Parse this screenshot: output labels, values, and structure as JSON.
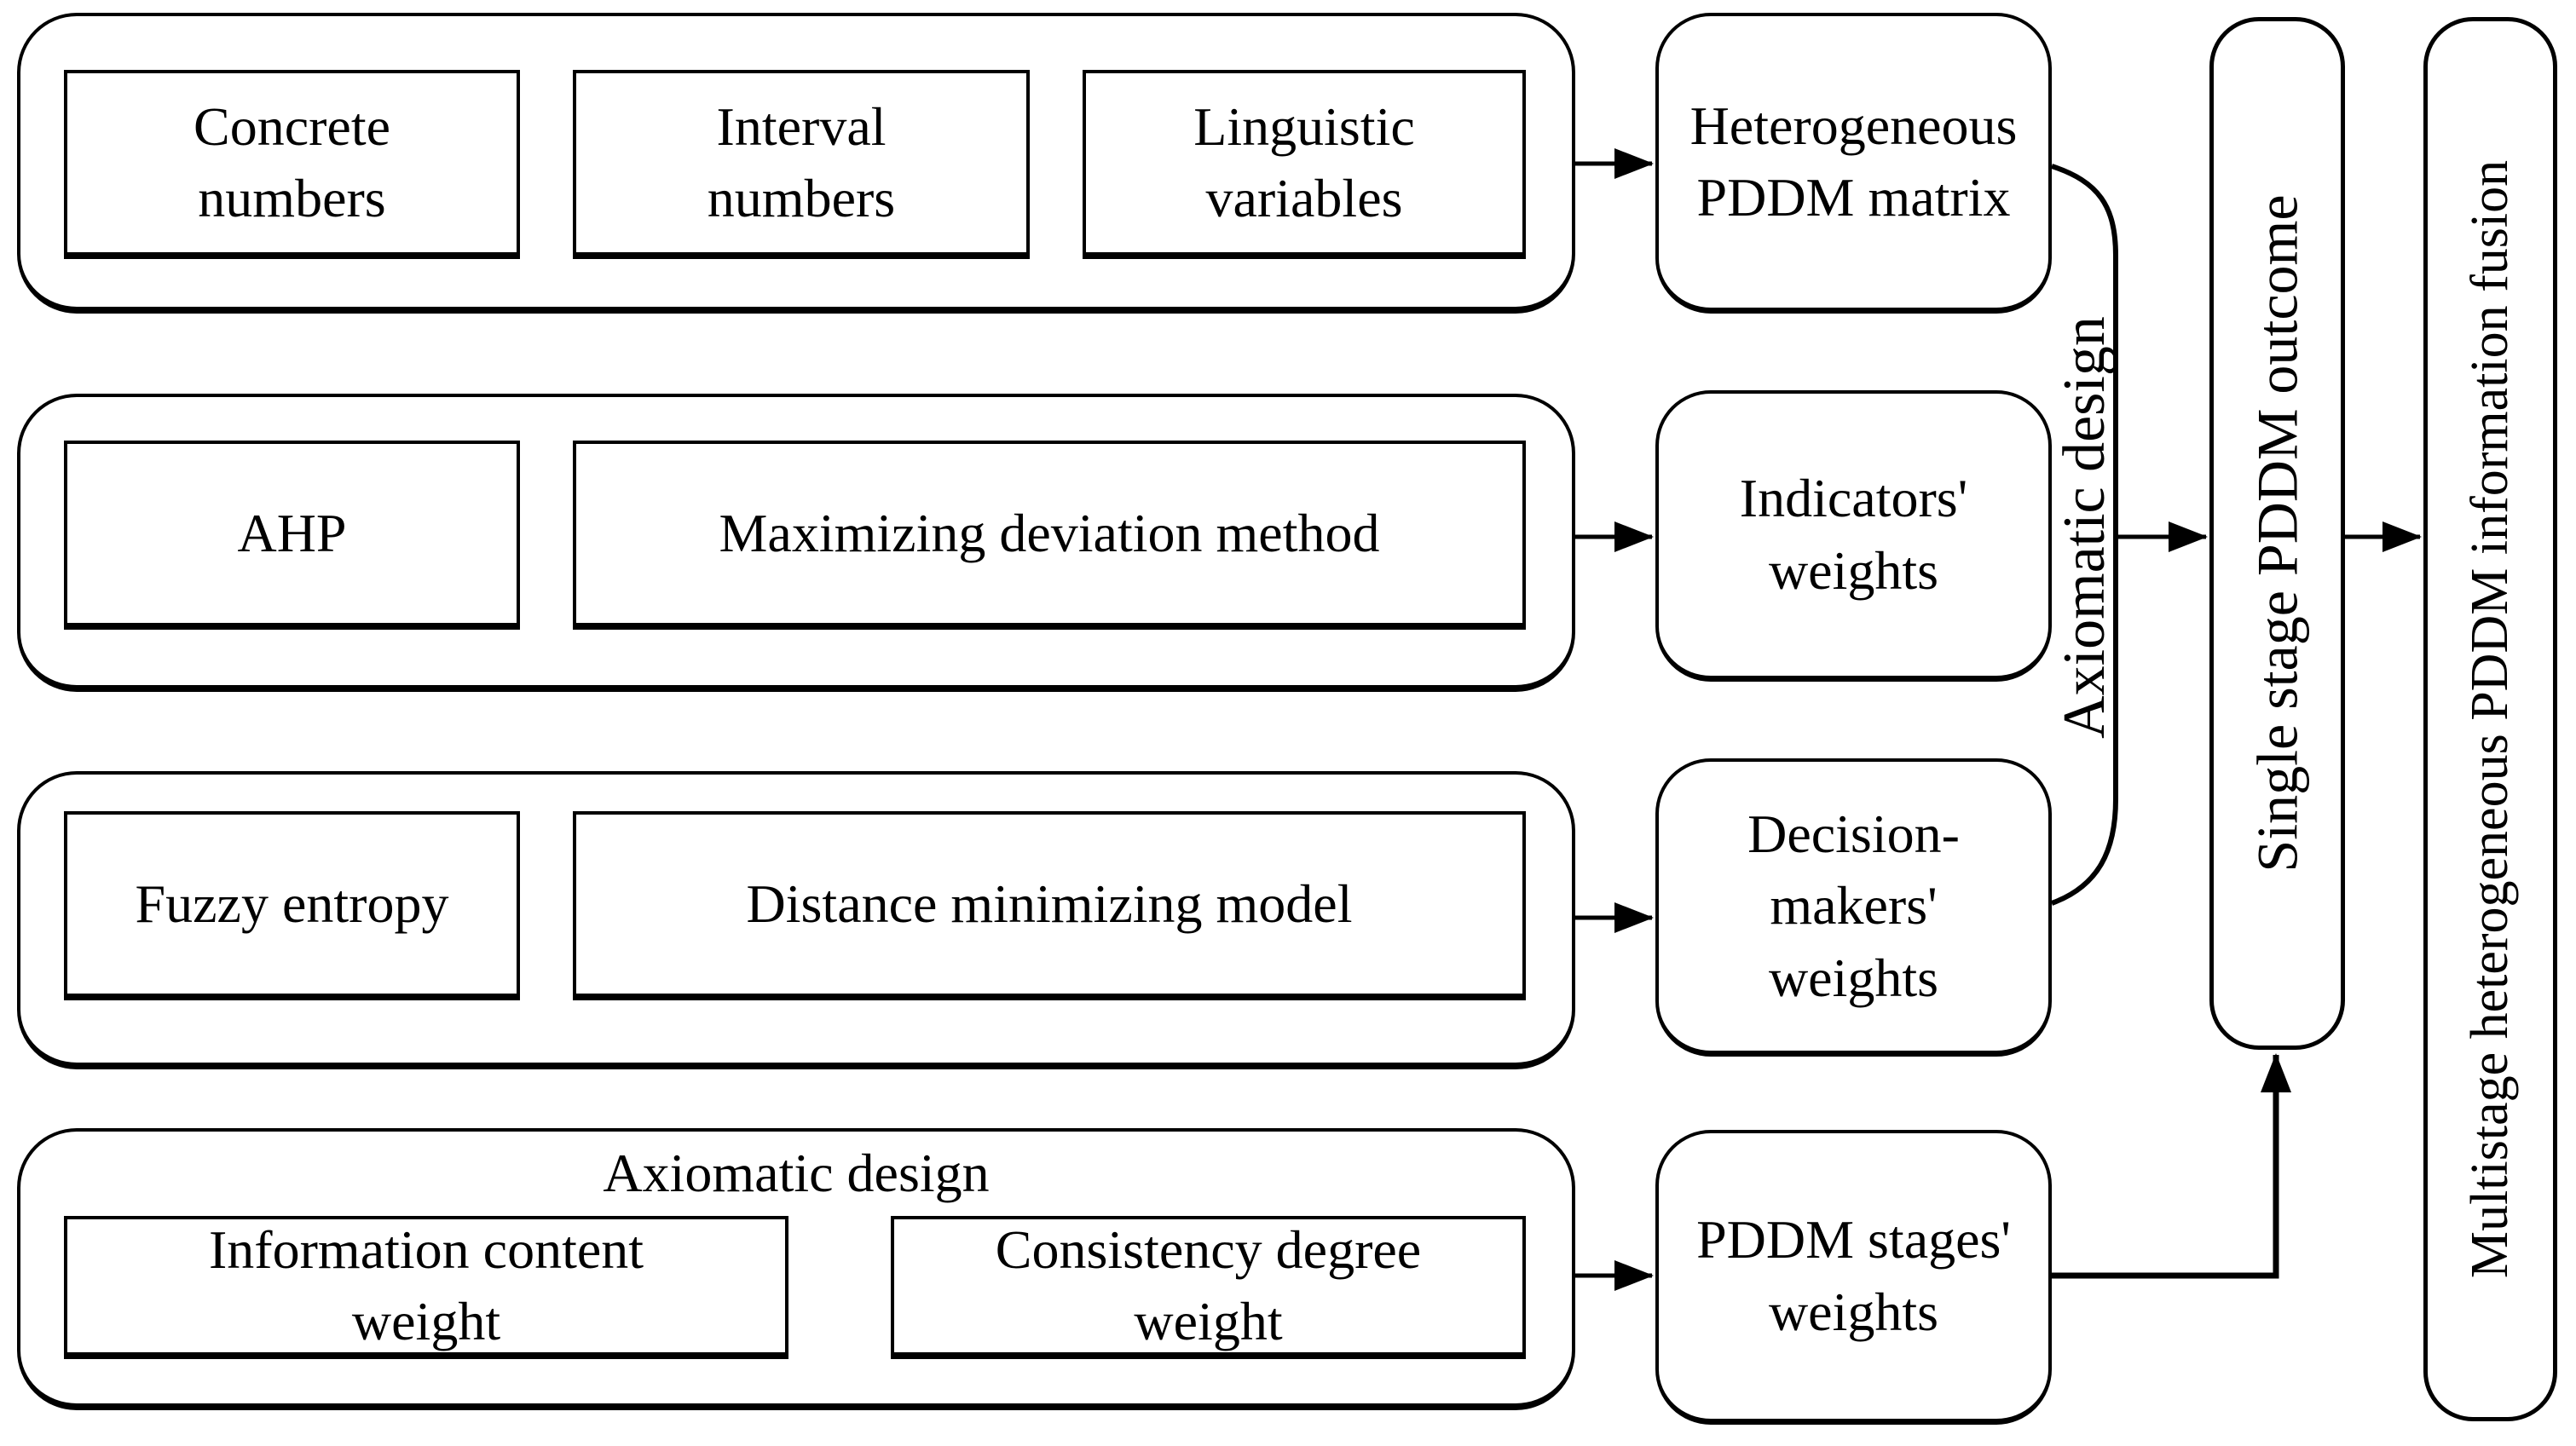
{
  "figure": {
    "colors": {
      "background": "#ffffff",
      "line": "#000000",
      "text": "#000000"
    },
    "rows": [
      {
        "inputs": [
          "Concrete\nnumbers",
          "Interval\nnumbers",
          "Linguistic\nvariables"
        ],
        "output": "Heterogeneous\nPDDM matrix"
      },
      {
        "inputs": [
          "AHP",
          "Maximizing deviation method"
        ],
        "output": "Indicators'\nweights"
      },
      {
        "inputs": [
          "Fuzzy entropy",
          "Distance minimizing model"
        ],
        "output": "Decision-\nmakers'\nweights"
      },
      {
        "label": "Axiomatic design",
        "inputs": [
          "Information content\nweight",
          "Consistency degree\nweight"
        ],
        "output": "PDDM stages'\nweights"
      }
    ],
    "bracket_label": "Axiomatic design",
    "single_stage_label": "Single stage PDDM outcome",
    "fusion_label": "Multistage heterogeneous PDDM information fusion"
  }
}
